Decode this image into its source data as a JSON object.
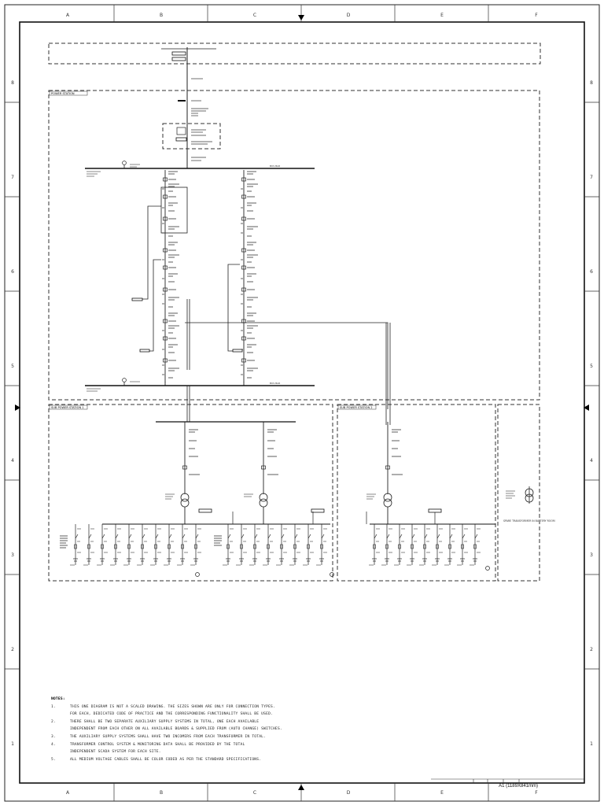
{
  "sheet": {
    "col_labels": [
      "A",
      "B",
      "C",
      "D",
      "E",
      "F"
    ],
    "row_labels": [
      "8",
      "7",
      "6",
      "5",
      "4",
      "3",
      "2",
      "1"
    ],
    "size_label": "A1  (1189X841mm)"
  },
  "panels": {
    "main": "POWER STATION",
    "sub1": "SUB POWER STATION 1",
    "sub2": "SUB POWER STATION 2"
  },
  "labels": {
    "spare_transformer": "SPARE TRANSFORMER IN BATTERY ROOM",
    "busbar": "BUS BAR",
    "busbar_lv": "BUS BAR"
  },
  "notes": {
    "heading": "NOTES:",
    "items": [
      {
        "num": "1.",
        "text": "THIS ONE DIAGRAM IS NOT A SCALED DRAWING. THE SIZES SHOWN ARE ONLY FOR CONNECTION TYPES."
      },
      {
        "num": "",
        "text": "FOR EACH, DEDICATED CODE OF PRACTICE AND THE CORRESPONDING FUNCTIONALITY SHALL BE USED."
      },
      {
        "num": "2.",
        "text": "THERE SHALL BE TWO SEPARATE AUXILIARY SUPPLY SYSTEMS IN TOTAL, ONE EACH AVAILABLE"
      },
      {
        "num": "",
        "text": "INDEPENDENT FROM EACH OTHER ON ALL AVAILABLE BOARDS & SUPPLIED FROM (AUTO CHANGE) SWITCHES."
      },
      {
        "num": "3.",
        "text": "THE AUXILIARY SUPPLY SYSTEMS SHALL HAVE TWO INCOMERS FROM EACH TRANSFORMER IN TOTAL."
      },
      {
        "num": "4.",
        "text": "TRANSFORMER CONTROL SYSTEM & MONITORING DATA SHALL BE PROVIDED BY THE TOTAL"
      },
      {
        "num": "",
        "text": "INDEPENDENT SCADA SYSTEM FOR EACH SITE."
      },
      {
        "num": "5.",
        "text": "ALL MEDIUM VOLTAGE CABLES SHALL BE COLOR CODED AS PER THE STANDARD SPECIFICATIONS."
      }
    ]
  }
}
